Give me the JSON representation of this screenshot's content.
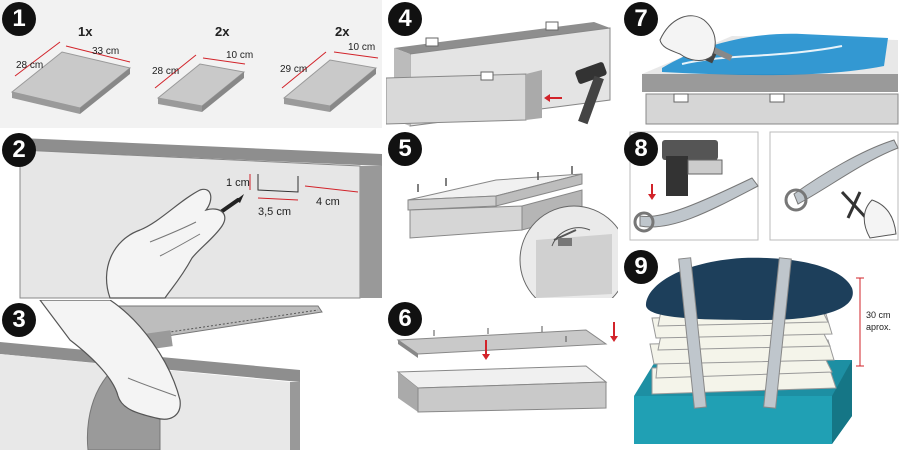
{
  "steps": [
    {
      "number": "1",
      "panel": "board-cutting"
    },
    {
      "number": "2",
      "panel": "marking-notch"
    },
    {
      "number": "3",
      "panel": "sawing-notch"
    },
    {
      "number": "4",
      "panel": "nailing-frame"
    },
    {
      "number": "5",
      "panel": "frame-with-nails"
    },
    {
      "number": "6",
      "panel": "attaching-lid"
    },
    {
      "number": "7",
      "panel": "painting"
    },
    {
      "number": "8",
      "panel": "straps"
    },
    {
      "number": "9",
      "panel": "stacked-press"
    }
  ],
  "step1": {
    "boards": [
      {
        "qty": "1x",
        "length": "28 cm",
        "width": "33 cm"
      },
      {
        "qty": "2x",
        "length": "28 cm",
        "width": "10 cm"
      },
      {
        "qty": "2x",
        "length": "29 cm",
        "width": "10 cm"
      }
    ]
  },
  "step2": {
    "depth": "1 cm",
    "notch_width": "3,5 cm",
    "offset": "4 cm"
  },
  "step9": {
    "height": "30 cm",
    "note": "aprox."
  },
  "colors": {
    "board": "#c9c9c9",
    "board_dark": "#8e8e8e",
    "paint": "#1f8fcf",
    "cushion": "#1d3f5b",
    "base": "#1d8fa3",
    "strap": "#bfc6cc",
    "dimension": "#d2232a"
  },
  "icons": [
    "pencil-icon",
    "saw-icon",
    "hammer-icon",
    "brush-icon",
    "stapler-icon",
    "scissors-icon",
    "arrow-down-icon"
  ]
}
